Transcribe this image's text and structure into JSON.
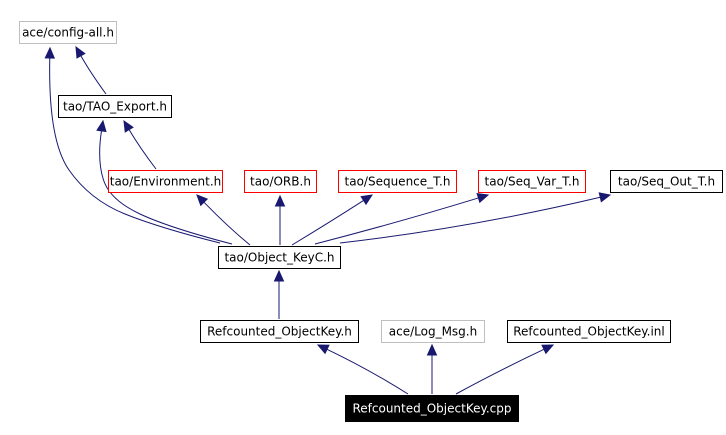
{
  "colors": {
    "edge": "#191970",
    "border_default": "#000000",
    "border_system": "#bfbfbf",
    "border_missing": "#ff0000",
    "focus_fill": "#000000",
    "focus_text": "#ffffff",
    "text": "#000000"
  },
  "nodes": [
    {
      "id": "config_all",
      "label": "ace/config-all.h",
      "style": "system"
    },
    {
      "id": "tao_export",
      "label": "tao/TAO_Export.h",
      "style": "default"
    },
    {
      "id": "environment",
      "label": "tao/Environment.h",
      "style": "missing"
    },
    {
      "id": "orb",
      "label": "tao/ORB.h",
      "style": "missing"
    },
    {
      "id": "sequence_t",
      "label": "tao/Sequence_T.h",
      "style": "missing"
    },
    {
      "id": "seq_var_t",
      "label": "tao/Seq_Var_T.h",
      "style": "missing"
    },
    {
      "id": "seq_out_t",
      "label": "tao/Seq_Out_T.h",
      "style": "default"
    },
    {
      "id": "object_keyc",
      "label": "tao/Object_KeyC.h",
      "style": "default"
    },
    {
      "id": "refcounted_h",
      "label": "Refcounted_ObjectKey.h",
      "style": "default"
    },
    {
      "id": "log_msg",
      "label": "ace/Log_Msg.h",
      "style": "system"
    },
    {
      "id": "refcounted_inl",
      "label": "Refcounted_ObjectKey.inl",
      "style": "default"
    },
    {
      "id": "refcounted_cpp",
      "label": "Refcounted_ObjectKey.cpp",
      "style": "focus"
    }
  ],
  "edges": [
    {
      "from": "refcounted_cpp",
      "to": "refcounted_h"
    },
    {
      "from": "refcounted_cpp",
      "to": "log_msg"
    },
    {
      "from": "refcounted_cpp",
      "to": "refcounted_inl"
    },
    {
      "from": "refcounted_h",
      "to": "object_keyc"
    },
    {
      "from": "object_keyc",
      "to": "environment"
    },
    {
      "from": "object_keyc",
      "to": "orb"
    },
    {
      "from": "object_keyc",
      "to": "sequence_t"
    },
    {
      "from": "object_keyc",
      "to": "seq_var_t"
    },
    {
      "from": "object_keyc",
      "to": "seq_out_t"
    },
    {
      "from": "object_keyc",
      "to": "tao_export"
    },
    {
      "from": "object_keyc",
      "to": "config_all"
    },
    {
      "from": "environment",
      "to": "tao_export"
    },
    {
      "from": "tao_export",
      "to": "config_all"
    }
  ]
}
